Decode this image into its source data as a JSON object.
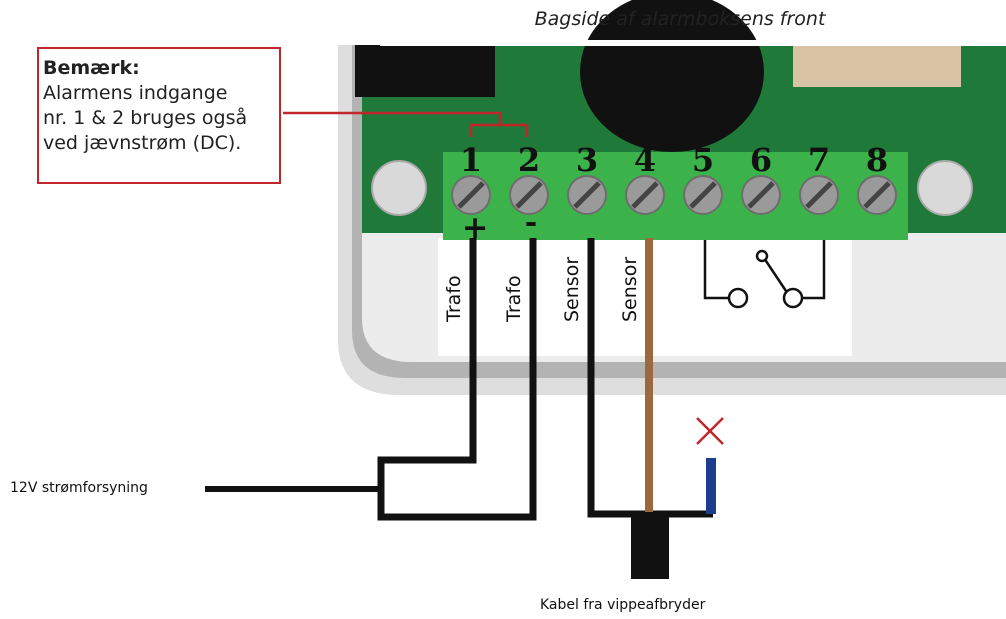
{
  "title": "Bagside af alarmboksens front",
  "note": {
    "heading": "Bemærk:",
    "body": "Alarmens indgange\nnr. 1 & 2 bruges også\nved jævnstrøm (DC)."
  },
  "terminals": [
    "1",
    "2",
    "3",
    "4",
    "5",
    "6",
    "7",
    "8"
  ],
  "polarity": {
    "plus": "+",
    "minus": "-"
  },
  "wire_labels": [
    "Trafo",
    "Trafo",
    "Sensor",
    "Sensor"
  ],
  "power_label": "12V strømforsyning",
  "cable_label": "Kabel fra vippeafbryder",
  "colors": {
    "enclosure": "#c9c9c9",
    "board": "#1f7a3a",
    "terminal_block": "#3cb34a",
    "screw": "#9a9a9a",
    "wire_black": "#111111",
    "wire_brown": "#9a6a3e",
    "wire_blue": "#1e3c8c",
    "accent_red": "#c0262b"
  }
}
